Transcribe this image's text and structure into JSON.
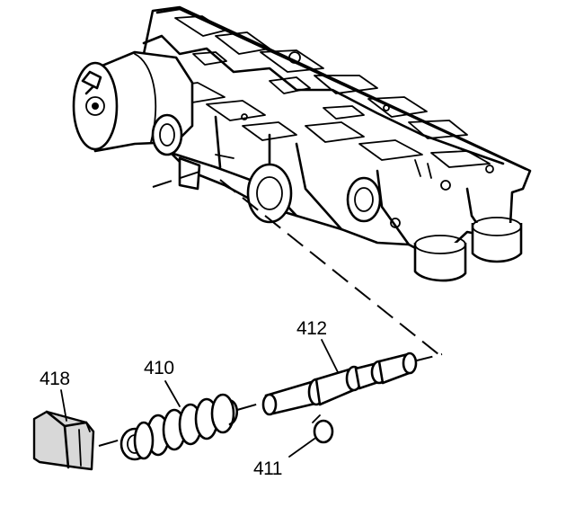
{
  "callouts": {
    "part_418": "418",
    "part_410": "410",
    "part_412": "412",
    "part_411": "411"
  }
}
